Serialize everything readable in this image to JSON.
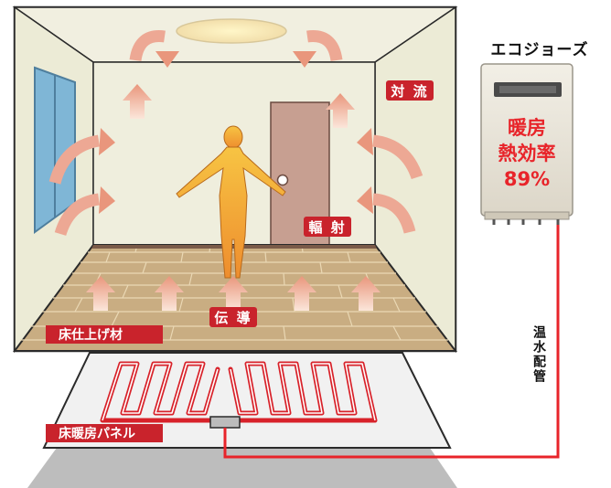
{
  "labels": {
    "convection": "対 流",
    "radiation": "輻 射",
    "conduction": "伝 導",
    "floor_finish": "床仕上げ材",
    "panel": "床暖房パネル",
    "pipe": "温水配管"
  },
  "unit": {
    "name": "エコジョーズ",
    "line1": "暖房",
    "line2": "熱効率",
    "line3": "89%"
  },
  "colors": {
    "label_red": "#c9232c",
    "arrow": "#eda894",
    "pipe_red": "#e8242a",
    "wall": "#efeedd",
    "floor": "#c9ad82",
    "door": "#c79f91",
    "figure": "#f2a53a"
  }
}
